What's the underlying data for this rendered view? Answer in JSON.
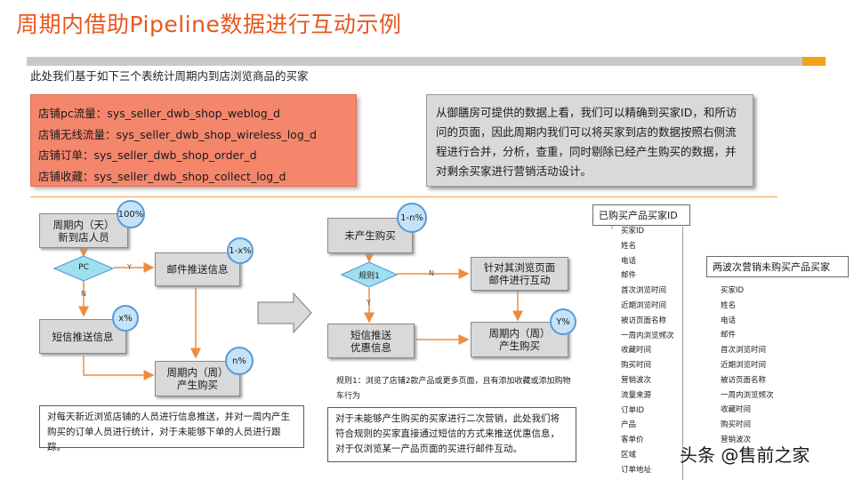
{
  "slide": {
    "title": "周期内借助Pipeline数据进行互动示例",
    "intro": "此处我们基于如下三个表统计周期内到店浏览商品的买家",
    "accent_color": "#e8571f"
  },
  "tables": [
    "店铺pc流量：sys_seller_dwb_shop_weblog_d",
    "店铺无线流量：sys_seller_dwb_shop_wireless_log_d",
    "店铺订单：sys_seller_dwb_shop_order_d",
    "店铺收藏：sys_seller_dwb_shop_collect_log_d"
  ],
  "note": "从御膳房可提供的数据上看，我们可以精确到买家ID，和所访问的页面，因此周期内我们可以将买家到店的数据按照右侧流程进行合并，分析，查重，同时剔除已经产生购买的数据，并对剩余买家进行营销活动设计。",
  "flow_left": {
    "start": "周期内（天）\n新到店人员",
    "start_pct": "100%",
    "decision": "PC",
    "yes": "Y",
    "no": "N",
    "email": "邮件推送信息",
    "email_pct": "1-x%",
    "sms": "短信推送信息",
    "sms_pct": "x%",
    "purchase": "周期内（周）\n产生购买",
    "purchase_pct": "n%",
    "desc": "对每天新近浏览店铺的人员进行信息推送，并对一周内产生购买的订单人员进行统计，对于未能够下单的人员进行跟踪。"
  },
  "flow_right": {
    "start": "未产生购买",
    "start_pct": "1-n%",
    "decision": "规则1",
    "yes": "Y",
    "no": "N",
    "email": "针对其浏览页面\n邮件进行互动",
    "sms": "短信推送\n优惠信息",
    "purchase": "周期内（周）\n产生购买",
    "purchase_pct": "Y%",
    "rule": "规则1：浏览了店铺2款产品或更多页面，且有添加收藏或添加购物车行为",
    "desc": "对于未能够产生购买的买家进行二次营销，此处我们将符合规则的买家直接通过短信的方式来推送优惠信息，对于仅浏览某一产品页面的买进行邮件互动。"
  },
  "fields_bought": {
    "title": "已购买产品买家ID",
    "items": [
      "买家ID",
      "姓名",
      "电话",
      "邮件",
      "首次浏览时间",
      "近期浏览时间",
      "被访页面名称",
      "一周内浏览频次",
      "收藏时间",
      "购买时间",
      "营销波次",
      "流量来源",
      "订单ID",
      "产品",
      "客单价",
      "区域",
      "订单地址"
    ]
  },
  "fields_not_bought": {
    "title": "两波次营销未购买产品买家",
    "items": [
      "买家ID",
      "姓名",
      "电话",
      "邮件",
      "首次浏览时间",
      "近期浏览时间",
      "被访页面名称",
      "一周内浏览频次",
      "收藏时间",
      "购买时间",
      "营销波次"
    ]
  },
  "watermark": "头条 @售前之家"
}
